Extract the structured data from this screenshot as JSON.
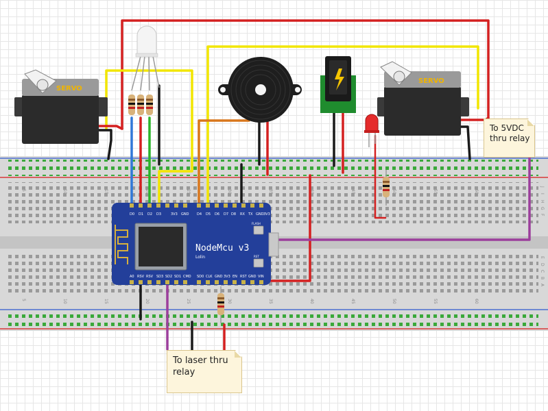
{
  "labels": {
    "servo_left": "SERVO",
    "servo_right": "SERVO",
    "board_name": "NodeMcu v3",
    "board_vendor": "Lolin",
    "board_flash": "FLASH",
    "board_rst": "RST"
  },
  "notes": {
    "top_right": {
      "line1": "To 5VDC",
      "line2": "thru relay"
    },
    "bottom": {
      "line1": "To laser thru",
      "line2": "relay"
    }
  },
  "board_pins": {
    "top": [
      "D0",
      "D1",
      "D2",
      "D3",
      "D4",
      "3V3",
      "GND",
      "D5",
      "D6",
      "D7",
      "D8",
      "RX",
      "TX",
      "GND",
      "3V3"
    ],
    "bottom": [
      "A0",
      "RSV",
      "RSV",
      "SD3",
      "SD2",
      "SD1",
      "CMD",
      "SD0",
      "CLK",
      "GND",
      "3V3",
      "EN",
      "RST",
      "GND",
      "VIN"
    ]
  },
  "breadboard_col_numbers": [
    "5",
    "10",
    "15",
    "20",
    "25",
    "30",
    "35",
    "40",
    "45",
    "50",
    "55",
    "60"
  ],
  "breadboard_row_letters_top": [
    "J",
    "I",
    "H",
    "G",
    "F"
  ],
  "breadboard_row_letters_bottom": [
    "E",
    "D",
    "C",
    "B",
    "A"
  ],
  "colors": {
    "wire_red": "#d42020",
    "wire_yellow": "#f2e600",
    "wire_black": "#1a1a1a",
    "wire_green": "#2bb52b",
    "wire_blue": "#3078d8",
    "wire_orange": "#d9771c",
    "wire_purple": "#9c3e9c",
    "board_blue": "#233f9a",
    "note_fill": "#fdf5dc"
  }
}
